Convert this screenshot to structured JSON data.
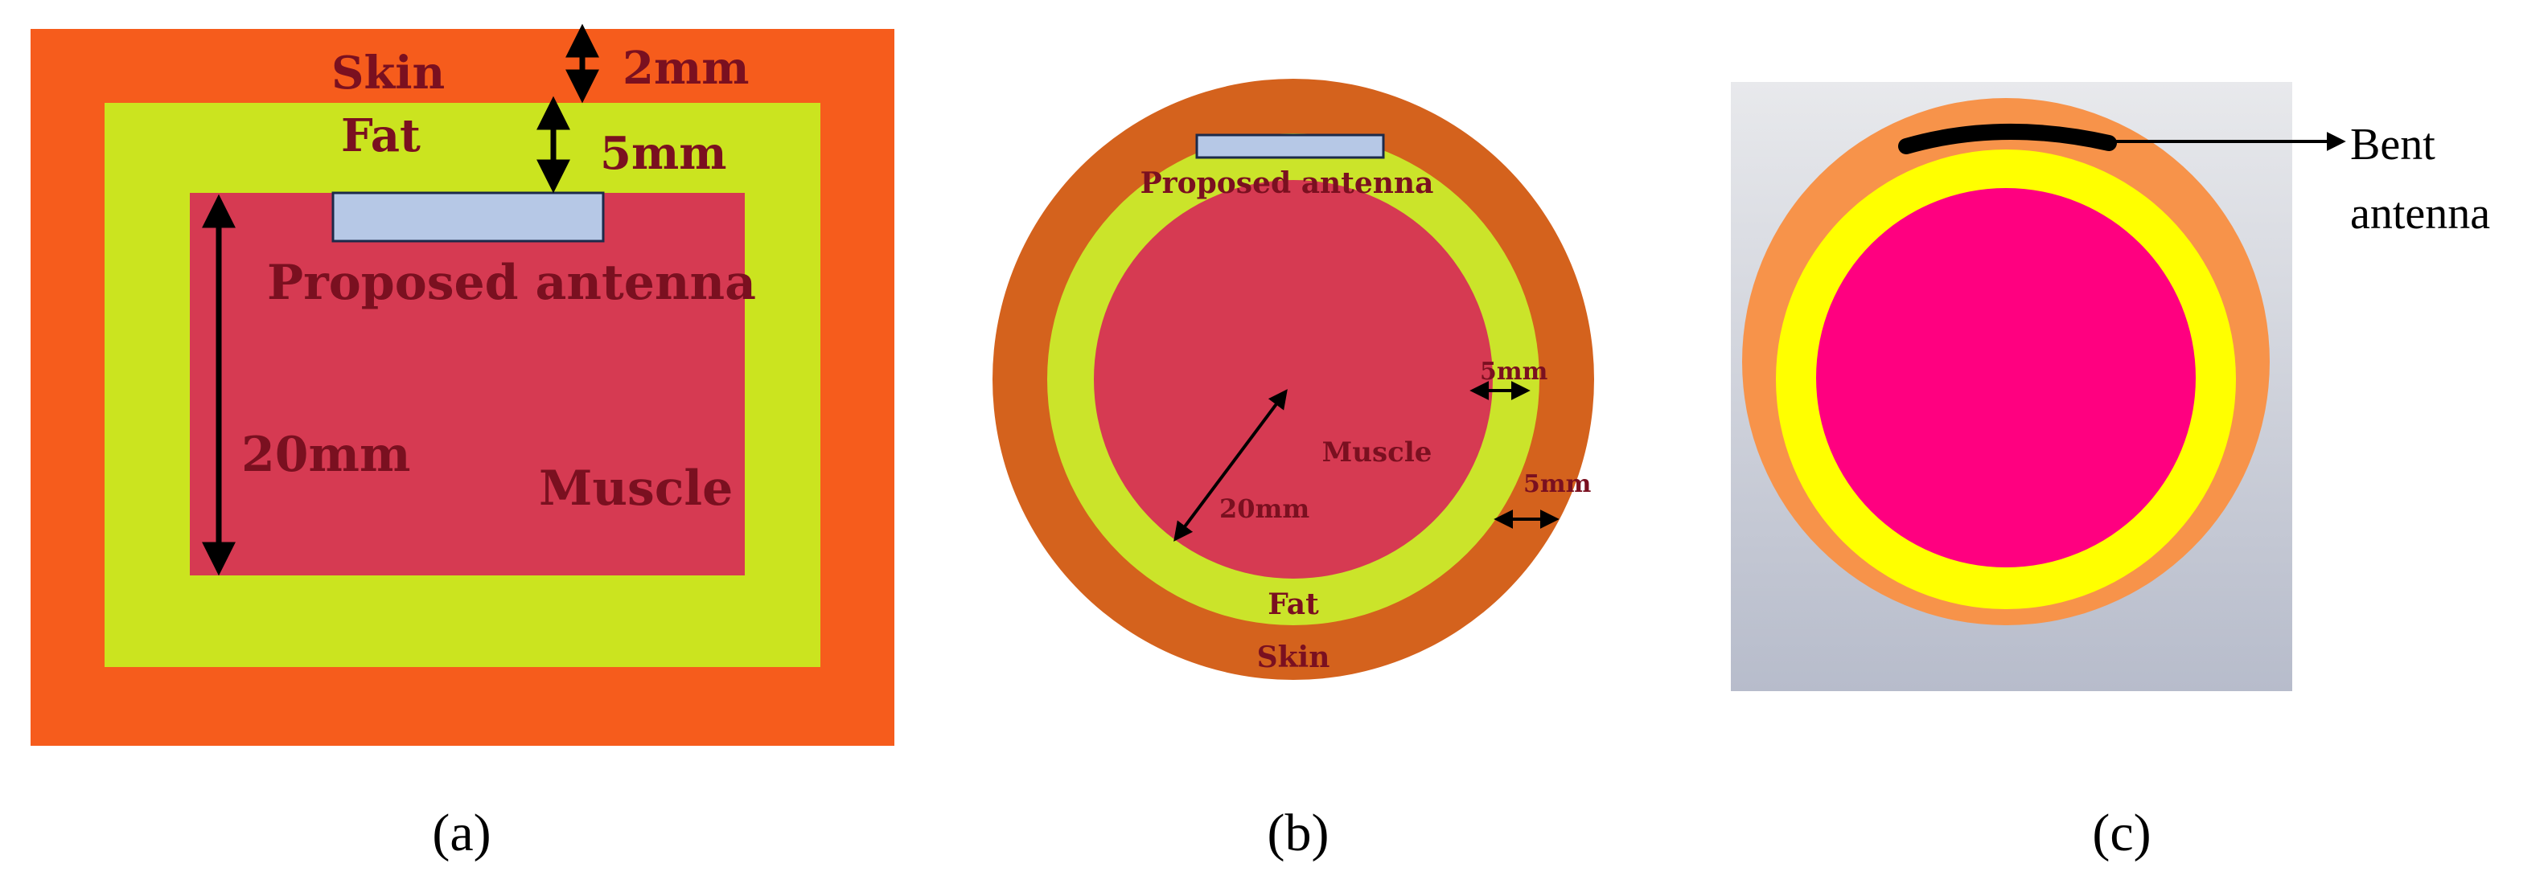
{
  "colors": {
    "skin_a": "#f65c1c",
    "fat_a": "#cbe41f",
    "muscle_a": "#d63a52",
    "antenna_a": "#b6c8e6",
    "skin_b": "#d4621d",
    "fat_b": "#cbe42a",
    "muscle_b": "#d63a52",
    "skin_c": "#f7934a",
    "fat_c": "#ffff00",
    "muscle_c": "#ff0080",
    "bg_c_top": "#e8e9ec",
    "bg_c_bottom": "#b7bccb",
    "label_text": "#7a1020"
  },
  "panel_a": {
    "skin_label": "Skin",
    "fat_label": "Fat",
    "skin_thickness": "2mm",
    "fat_thickness": "5mm",
    "antenna_label": "Proposed antenna",
    "muscle_size": "20mm",
    "muscle_label": "Muscle",
    "caption": "(a)"
  },
  "panel_b": {
    "antenna_label": "Proposed antenna",
    "fat_thickness": "5mm",
    "skin_thickness": "5mm",
    "muscle_radius": "20mm",
    "muscle_label": "Muscle",
    "fat_label": "Fat",
    "skin_label": "Skin",
    "caption": "(b)"
  },
  "panel_c": {
    "antenna_label_line1": "Bent",
    "antenna_label_line2": "antenna",
    "caption": "(c)"
  }
}
